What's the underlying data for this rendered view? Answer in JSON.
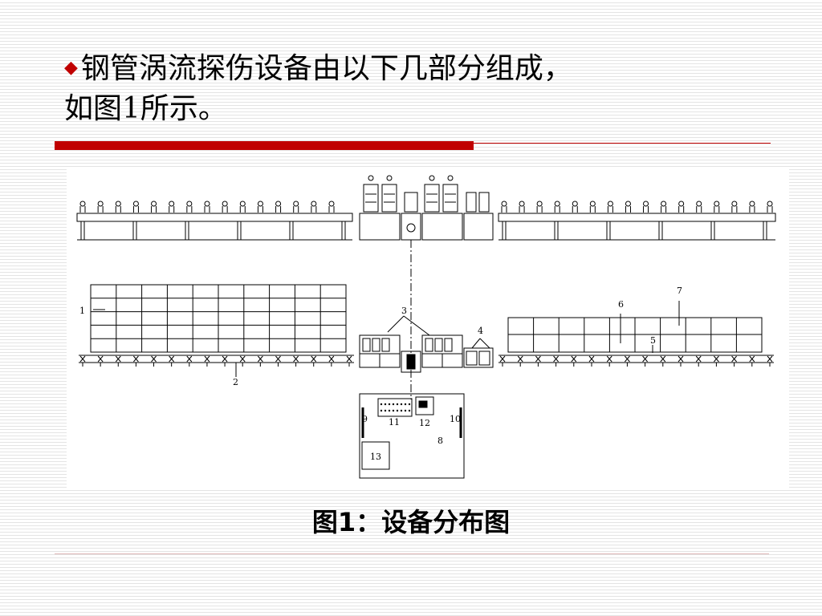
{
  "slide": {
    "title_line1": "钢管涡流探伤设备由以下几部分组成，",
    "title_line2": "如图1所示。",
    "bullet": "◆",
    "caption": "图1：设备分布图"
  },
  "diagram": {
    "labels": [
      "1",
      "2",
      "3",
      "4",
      "5",
      "6",
      "7",
      "8",
      "9",
      "10",
      "11",
      "12",
      "13"
    ]
  }
}
